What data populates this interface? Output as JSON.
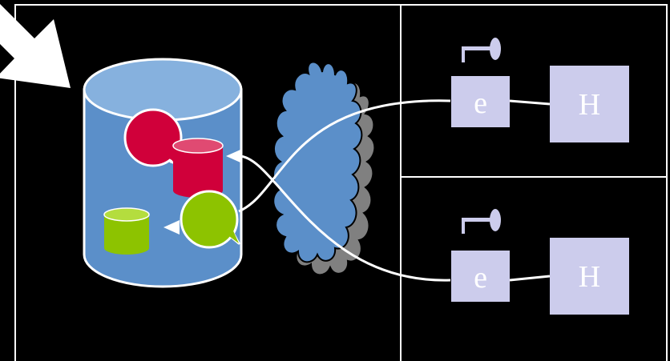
{
  "colors": {
    "background": "#000000",
    "frame": "#ffffff",
    "database_body": "#5b8fc9",
    "database_top": "#86b1de",
    "cloud": "#5b8fc9",
    "cloud_shadow": "#808080",
    "bubble_red": "#d0003a",
    "cylinder_red": "#d0003a",
    "cylinder_red_top": "#e04a72",
    "bubble_green": "#8dc300",
    "cylinder_green": "#8dc300",
    "cylinder_green_top": "#b4dd3e",
    "node_box": "#ccccec",
    "node_text": "#ffffff",
    "key": "#ccccec"
  },
  "icons": [
    "big-arrow-icon",
    "database-icon",
    "network-cloud-icon",
    "speech-bubble-icon",
    "cylinder-icon",
    "key-icon",
    "arrowhead-icon"
  ],
  "nodes": {
    "top": {
      "client_label": "e",
      "host_label": "H"
    },
    "bottom": {
      "client_label": "e",
      "host_label": "H"
    }
  }
}
